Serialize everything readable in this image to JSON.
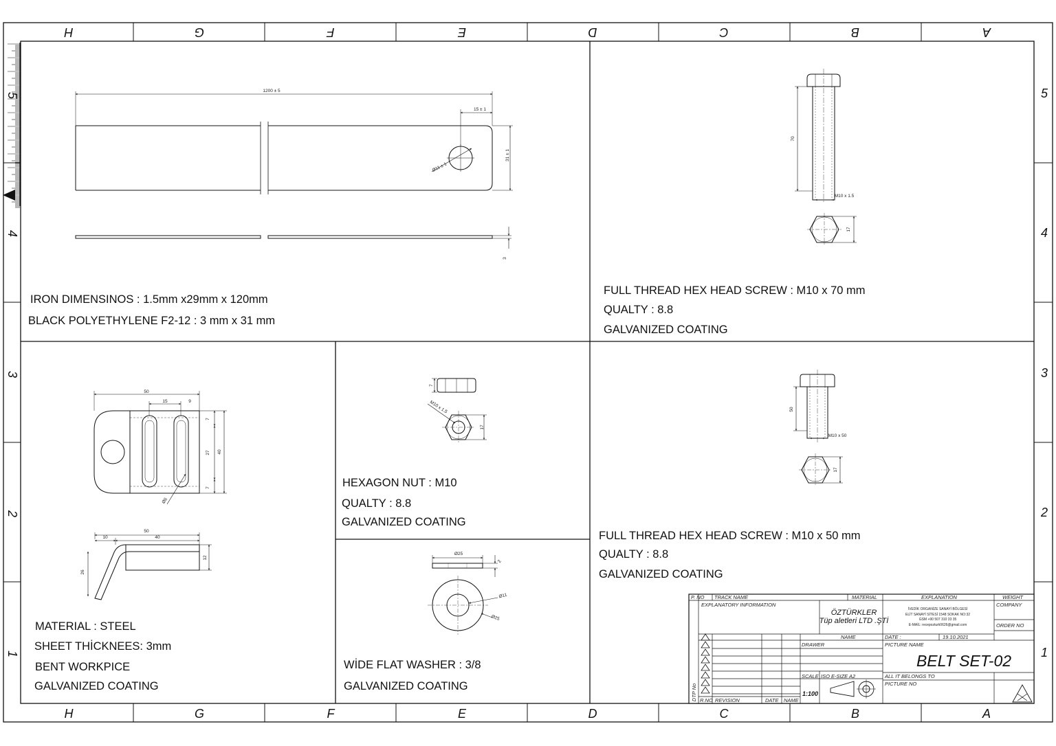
{
  "zones": {
    "columns": [
      "H",
      "G",
      "F",
      "E",
      "D",
      "C",
      "B",
      "A"
    ],
    "rows": [
      "5",
      "4",
      "3",
      "2",
      "1"
    ]
  },
  "panels": {
    "strap": {
      "notes": [
        "IRON DIMENSINOS : 1.5mm x29mm x 120mm",
        "BLACK POLYETHYLENE F2-12 : 3 mm x 31 mm"
      ],
      "dims": {
        "length": "1200 ± 5",
        "hole_offset": "15 ± 1",
        "width": "31 ± 1",
        "hole_dia": "Ø11 ± 1",
        "thickness": "3"
      }
    },
    "screw70": {
      "notes": [
        "FULL THREAD HEX HEAD SCREW : M10 x 70 mm",
        "QUALTY : 8.8",
        "GALVANIZED COATING"
      ],
      "dims": {
        "length": "70",
        "thread": "M10 x 1.5",
        "across_flats": "17"
      }
    },
    "bracket": {
      "notes": [
        "MATERIAL : STEEL",
        "SHEET THİCKNEES: 3mm",
        "BENT WORKPICE",
        "GALVANIZED COATING"
      ],
      "dims": {
        "total": "50",
        "slot_gap": "15",
        "slot_w": "9",
        "top": "7",
        "mid": "27",
        "height": "40",
        "bottom": "7",
        "hole": "Ø6",
        "side_total": "50",
        "side_a": "10",
        "side_b": "40",
        "side_h": "12",
        "bend": "26"
      }
    },
    "nut": {
      "notes": [
        "HEXAGON NUT : M10",
        "QUALTY : 8.8",
        "GALVANIZED COATING"
      ],
      "dims": {
        "thickness": "7",
        "thread": "M10 x 1.5",
        "across_flats": "17"
      }
    },
    "washer": {
      "notes": [
        "WİDE FLAT WASHER : 3/8",
        "GALVANIZED COATING"
      ],
      "dims": {
        "outer": "Ø25",
        "thickness": "2",
        "inner": "Ø11",
        "outer2": "Ø25"
      }
    },
    "screw50": {
      "notes": [
        "FULL THREAD HEX HEAD SCREW : M10 x 50 mm",
        "QUALTY : 8.8",
        "GALVANIZED COATING"
      ],
      "dims": {
        "length": "50",
        "thread": "M10 x 50",
        "across_flats": "17"
      }
    }
  },
  "title_block": {
    "p_no": "P. NO",
    "track_name": "TRACK NAME",
    "material": "MATERIAL",
    "explanation": "EXPLANATION",
    "weight": "WEIGHT",
    "explanatory_information": "EXPLANATORY INFORMATION",
    "company_label": "COMPANY",
    "order_no": "ORDER NO",
    "company_name_1": "ÖZTÜRKLER",
    "company_name_2": "Tüp aletleri LTD .ŞTİ",
    "address_1": "İVEDİK ORGANİZE SANAYİ BÖLGESİ",
    "address_2": "ELİT SANAYİ SİTESİ 1548 SOKAK NO:32",
    "address_3": "GSM +90 507 310 33 35",
    "address_4": "E-MAİL: recepozturk0626@gmail.com",
    "name_label": "NAME",
    "date_label": "DATE :",
    "date_value": "19.10.2021",
    "drawer": "DRAWER",
    "picture_name_label": "PICTURE NAME",
    "picture_name": "BELT SET-02",
    "scale_label": "SCALE",
    "iso_size": "ISO E-SIZE A2",
    "scale_value": "1:100",
    "all_belongs": "ALL IT BELONGS TO",
    "picture_no": "PICTURE NO",
    "dtp_no": "DTP No",
    "r_no": "R.NO",
    "revision": "REVISION",
    "date_col": "DATE",
    "name_col": "NAME"
  }
}
